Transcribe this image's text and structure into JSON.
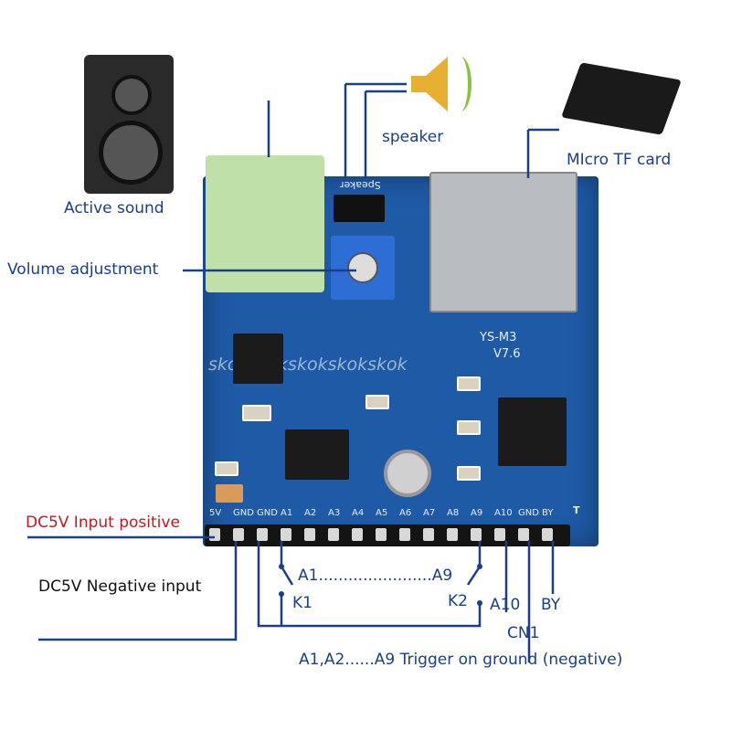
{
  "labels": {
    "active_sound": "Active sound",
    "speaker": "speaker",
    "tf_card": "MIcro TF card",
    "volume": "Volume adjustment",
    "dc5v_positive": "DC5V Input positive",
    "dc5v_negative": "DC5V Negative input",
    "a1_a9": "A1.......................A9",
    "k1": "K1",
    "k2": "K2",
    "a10": "A10",
    "by": "BY",
    "cn1": "CN1",
    "trigger_note": "A1,A2......A9 Trigger on ground (negative)"
  },
  "board": {
    "model": "YS-M3",
    "version": "V7.6",
    "speaker_silk": "Speaker",
    "watermark": "skokskokskokskokskok",
    "pins": [
      "5V",
      "GND",
      "GND",
      "A1",
      "A2",
      "A3",
      "A4",
      "A5",
      "A6",
      "A7",
      "A8",
      "A9",
      "A10",
      "GND",
      "BY"
    ],
    "t_label": "T"
  },
  "colors": {
    "label_blue": "#1a3e8c",
    "positive_red": "#c8161d",
    "board_blue": "#1f5aa6"
  }
}
